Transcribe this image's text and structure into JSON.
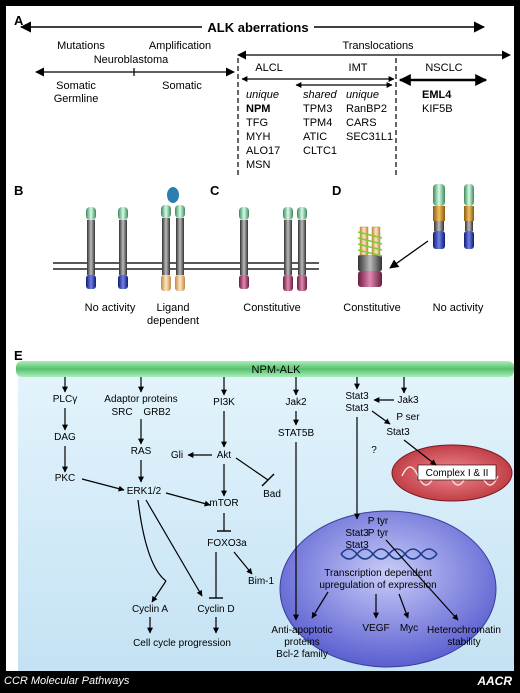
{
  "panels": {
    "a": "A",
    "b": "B",
    "c": "C",
    "d": "D",
    "e": "E"
  },
  "panelA": {
    "title": "ALK aberrations",
    "mutations": "Mutations",
    "amplification": "Amplification",
    "translocations": "Translocations",
    "neuroblastoma": "Neuroblastoma",
    "somatic_germline_1": "Somatic",
    "somatic_germline_2": "Germline",
    "somatic": "Somatic",
    "alcl": "ALCL",
    "imt": "IMT",
    "nsclc": "NSCLC",
    "alcl_header": "unique",
    "alcl_items": [
      "NPM",
      "TFG",
      "MYH",
      "ALO17",
      "MSN"
    ],
    "shared_header": "shared",
    "shared_items": [
      "TPM3",
      "TPM4",
      "ATIC",
      "CLTC1"
    ],
    "imt_header": "unique",
    "imt_items": [
      "RanBP2",
      "CARS",
      "SEC31L1"
    ],
    "nsclc_items": [
      "EML4",
      "KIF5B"
    ]
  },
  "panelB": {
    "no_activity": "No activity",
    "ligand_1": "Ligand",
    "ligand_2": "dependent"
  },
  "panelC": {
    "constitutive": "Constitutive"
  },
  "panelD": {
    "constitutive": "Constitutive",
    "no_activity": "No activity"
  },
  "panelE": {
    "npm_alk": "NPM-ALK",
    "plcy": "PLCγ",
    "dag": "DAG",
    "pkc": "PKC",
    "adaptor": "Adaptor proteins",
    "src": "SRC",
    "grb2": "GRB2",
    "ras": "RAS",
    "erk": "ERK1/2",
    "pi3k": "PI3K",
    "akt": "Akt",
    "gli": "Gli",
    "bad": "Bad",
    "mtor": "mTOR",
    "foxo3a": "FOXO3a",
    "bim": "Bim-1",
    "cyclin_a": "Cyclin A",
    "cyclin_d": "Cyclin D",
    "cell_cycle": "Cell cycle progression",
    "jak2": "Jak2",
    "stat5b": "STAT5B",
    "stat3_a": "Stat3",
    "stat3_b": "Stat3",
    "jak3": "Jak3",
    "p_ser": "P ser",
    "stat3_c": "Stat3",
    "question": "?",
    "complex": "Complex I & II",
    "p_tyr_1": "P tyr",
    "p_tyr_2": "P tyr",
    "stat3_n1": "Stat3",
    "stat3_n2": "Stat3",
    "transcription_1": "Transcription dependent",
    "transcription_2": "upregulation of expression",
    "anti_1": "Anti-apoptotic",
    "anti_2": "proteins",
    "anti_3": "Bcl-2 family",
    "vegf": "VEGF",
    "myc": "Myc",
    "hetero_1": "Heterochromatin",
    "hetero_2": "stability"
  },
  "footer": {
    "left": "CCR Molecular Pathways",
    "right": "AACR"
  },
  "colors": {
    "background_e": "#cfe8f6",
    "bar": "#6fcf7f",
    "nucleus": "#6a6ed6",
    "mito": "#d6505a",
    "membrane": "#222222",
    "receptor_gray": "#666666",
    "receptor_green": "#98e0b8",
    "kinase_blue": "#2a3cb0",
    "kinase_pink": "#b8407a",
    "ligand": "#2a7fb0",
    "peach": "#f3c890",
    "gold": "#d7a030",
    "coil": "#7ad030"
  }
}
